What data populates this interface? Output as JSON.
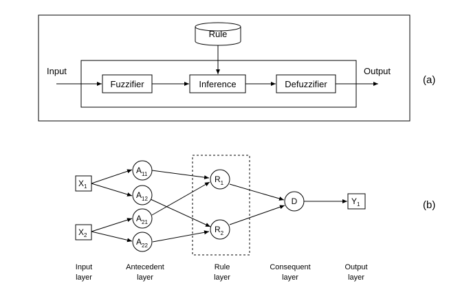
{
  "panel_a": {
    "label": "(a)",
    "input": "Input",
    "output": "Output",
    "rule": "Rule",
    "fuzzifier": "Fuzzifier",
    "inference": "Inference",
    "defuzzifier": "Defuzzifier"
  },
  "panel_b": {
    "label": "(b)",
    "nodes": {
      "x1": {
        "base": "X",
        "sub": "1"
      },
      "x2": {
        "base": "X",
        "sub": "2"
      },
      "a11": {
        "base": "A",
        "sub": "11"
      },
      "a12": {
        "base": "A",
        "sub": "12"
      },
      "a21": {
        "base": "A",
        "sub": "21"
      },
      "a22": {
        "base": "A",
        "sub": "22"
      },
      "r1": {
        "base": "R",
        "sub": "1"
      },
      "r2": {
        "base": "R",
        "sub": "2"
      },
      "d": {
        "base": "D",
        "sub": ""
      },
      "y1": {
        "base": "Y",
        "sub": "1"
      }
    },
    "layers": {
      "input": [
        "Input",
        "layer"
      ],
      "antecedent": [
        "Antecedent",
        "layer"
      ],
      "rule": [
        "Rule",
        "layer"
      ],
      "consequent": [
        "Consequent",
        "layer"
      ],
      "output": [
        "Output",
        "layer"
      ]
    }
  }
}
